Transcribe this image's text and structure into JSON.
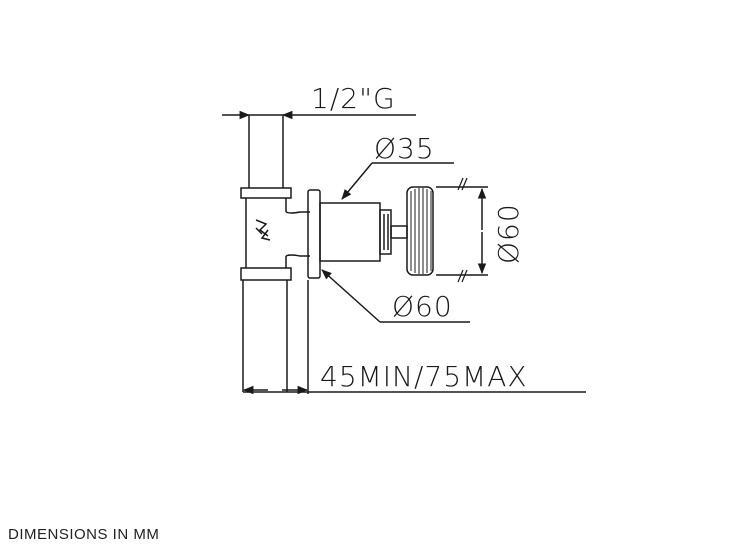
{
  "drawing": {
    "labels": {
      "inlet_thread": "1/2\"G",
      "spindle_diameter": "Ø35",
      "rosette_diameter": "Ø60",
      "handle_diameter": "Ø60",
      "wall_depth": "45MIN/75MAX"
    },
    "line_color": "#1a1a1a"
  },
  "footer": {
    "note": "DIMENSIONS IN MM"
  }
}
